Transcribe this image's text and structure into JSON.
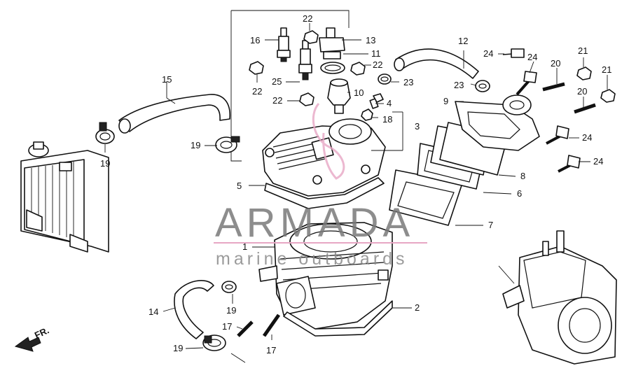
{
  "callouts": {
    "c1": "1",
    "c2": "2",
    "c3": "3",
    "c4": "4",
    "c5": "5",
    "c6": "6",
    "c7": "7",
    "c8": "8",
    "c9": "9",
    "c10": "10",
    "c11": "11",
    "c12": "12",
    "c13": "13",
    "c14": "14",
    "c15": "15",
    "c16": "16",
    "c17a": "17",
    "c17b": "17",
    "c18": "18",
    "c19a": "19",
    "c19b": "19",
    "c19c": "19",
    "c19d": "19",
    "c20a": "20",
    "c20b": "20",
    "c21a": "21",
    "c21b": "21",
    "c22a": "22",
    "c22b": "22",
    "c22c": "22",
    "c22d": "22",
    "c23a": "23",
    "c23b": "23",
    "c24a": "24",
    "c24b": "24",
    "c24c": "24",
    "c24d": "24",
    "c25": "25"
  },
  "front_marker": "FR.",
  "watermark": {
    "brand": "ARMADA",
    "tagline": "marine outboards",
    "colors": {
      "text": "#7a7a7a",
      "accent": "#e7a6c4"
    }
  }
}
